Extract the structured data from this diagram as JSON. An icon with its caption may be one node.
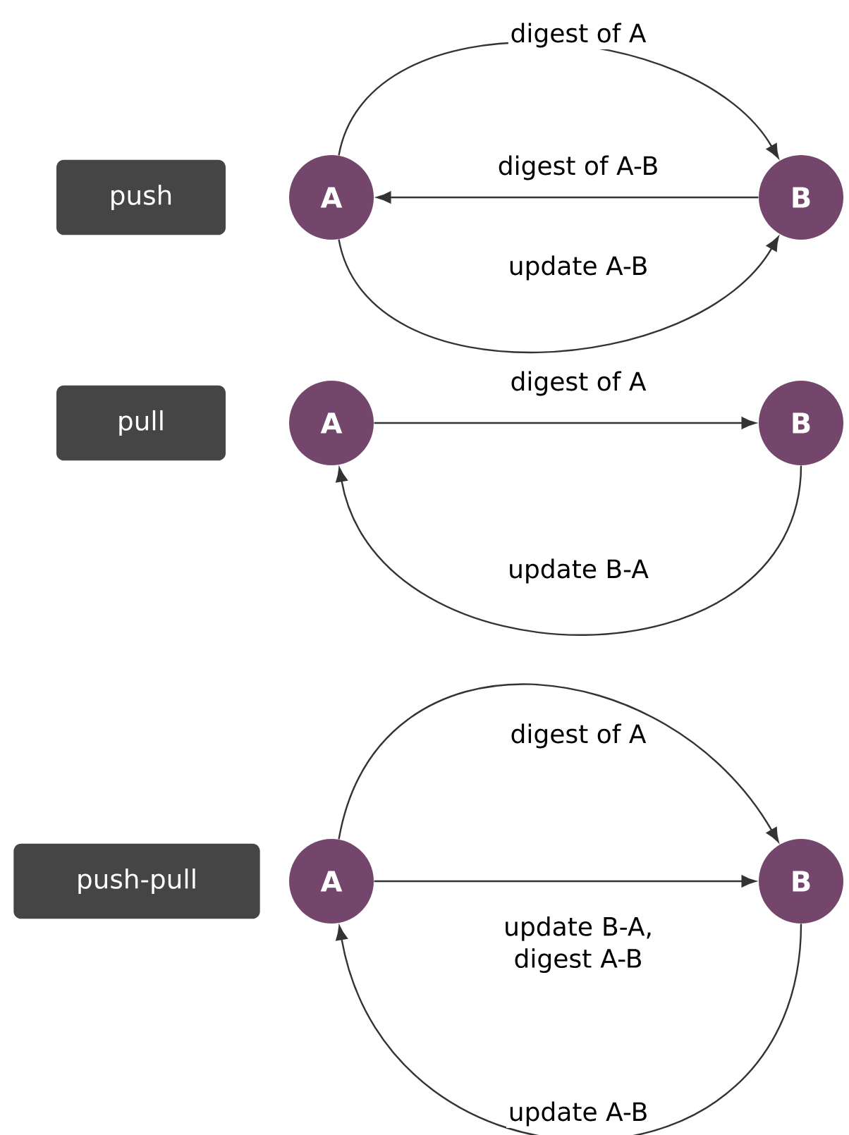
{
  "diagram": {
    "nodes": [
      {
        "text": [
          "push"
        ]
      },
      {
        "text": [
          "A"
        ]
      },
      {
        "text": [
          "B"
        ]
      },
      {
        "text": [
          "pull"
        ]
      },
      {
        "text": [
          "A"
        ]
      },
      {
        "text": [
          "B"
        ]
      },
      {
        "text": [
          "push-pull"
        ]
      },
      {
        "text": [
          "A"
        ]
      },
      {
        "text": [
          "B"
        ]
      }
    ],
    "edges": [
      {
        "from": 1,
        "to": 2,
        "arrow": "to",
        "label": "digest of A"
      },
      {
        "from": 2,
        "to": 1,
        "arrow": "to",
        "label": "digest of A-B"
      },
      {
        "from": 1,
        "to": 2,
        "arrow": "to",
        "label": "update A-B"
      },
      {
        "from": 4,
        "to": 5,
        "arrow": "to",
        "label": "digest of A"
      },
      {
        "from": 5,
        "to": 4,
        "arrow": "to",
        "label": "update B-A"
      },
      {
        "from": 7,
        "to": 8,
        "arrow": "to",
        "label": "digest of A"
      },
      {
        "from": 7,
        "to": 8,
        "arrow": "to",
        "label": "update B-A, digest A-B"
      },
      {
        "from": 8,
        "to": 7,
        "arrow": "to",
        "label": "update A-B"
      }
    ]
  }
}
